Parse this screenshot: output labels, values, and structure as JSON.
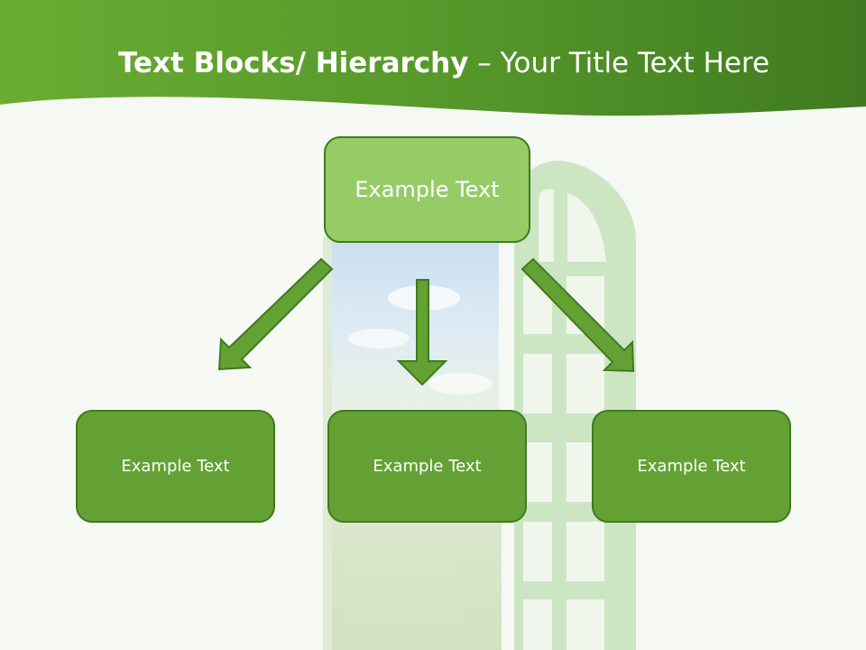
{
  "title": {
    "bold_part": "Text Blocks/ Hierarchy",
    "rest_part": " – Your Title Text Here"
  },
  "diagram": {
    "top_box": {
      "label": "Example Text"
    },
    "children": [
      {
        "label": "Example Text"
      },
      {
        "label": "Example Text"
      },
      {
        "label": "Example Text"
      }
    ]
  },
  "colors": {
    "banner_dark": "#3f7a20",
    "banner_light": "#6aad33",
    "top_box_fill": "#96cc66",
    "child_box_fill": "#64a134",
    "box_border": "#3f7a1e",
    "arrow_fill": "#64a134",
    "arrow_stroke": "#3f7a1e"
  }
}
